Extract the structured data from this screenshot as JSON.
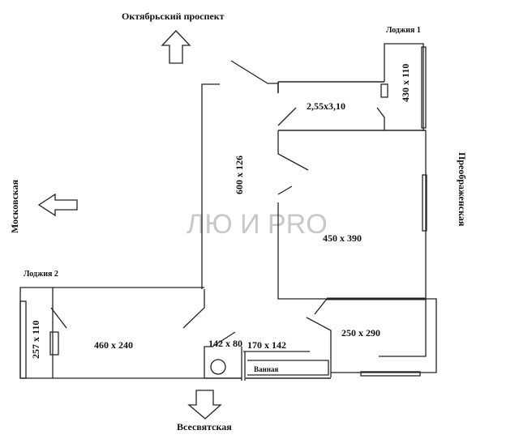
{
  "streets": {
    "north": "Октябрьский проспект",
    "west": "Московская",
    "east": "Преображенская",
    "south": "Всесвятская"
  },
  "rooms": {
    "loggia1_label": "Лоджия 1",
    "loggia1_size": "430 x 110",
    "loggia2_label": "Лоджия 2",
    "loggia2_size": "257 x 110",
    "kitchen_size": "2,55x3,10",
    "corridor_size": "600 x 126",
    "big_room_size": "450 x 390",
    "room_west_size": "460 x 240",
    "wc_size": "142 x 80",
    "bath_room_size": "170 x 142",
    "bath_label": "Ванная",
    "room_east_size": "250 x 290"
  },
  "watermark": "ЛЮ И PRO"
}
